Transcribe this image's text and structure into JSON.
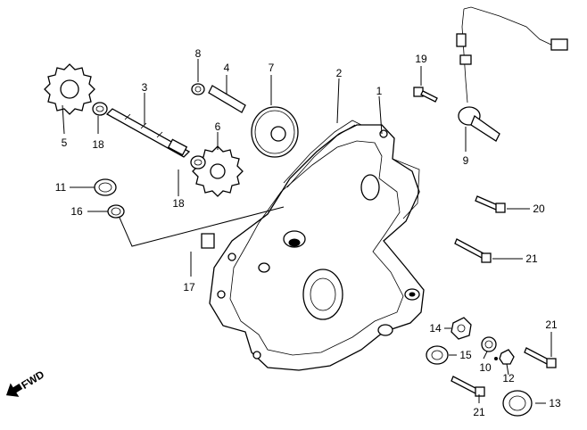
{
  "callouts": [
    {
      "id": "c1",
      "text": "1"
    },
    {
      "id": "c2",
      "text": "2"
    },
    {
      "id": "c3",
      "text": "3"
    },
    {
      "id": "c4",
      "text": "4"
    },
    {
      "id": "c5",
      "text": "5"
    },
    {
      "id": "c6",
      "text": "6"
    },
    {
      "id": "c7",
      "text": "7"
    },
    {
      "id": "c8",
      "text": "8"
    },
    {
      "id": "c9",
      "text": "9"
    },
    {
      "id": "c10",
      "text": "10"
    },
    {
      "id": "c11",
      "text": "11"
    },
    {
      "id": "c12",
      "text": "12"
    },
    {
      "id": "c13",
      "text": "13"
    },
    {
      "id": "c14",
      "text": "14"
    },
    {
      "id": "c15",
      "text": "15"
    },
    {
      "id": "c16",
      "text": "16"
    },
    {
      "id": "c17",
      "text": "17"
    },
    {
      "id": "c18a",
      "text": "18"
    },
    {
      "id": "c18b",
      "text": "18"
    },
    {
      "id": "c19",
      "text": "19"
    },
    {
      "id": "c20",
      "text": "20"
    },
    {
      "id": "c21a",
      "text": "21"
    },
    {
      "id": "c21b",
      "text": "21"
    },
    {
      "id": "c21c",
      "text": "21"
    }
  ],
  "fwd": "FWD"
}
